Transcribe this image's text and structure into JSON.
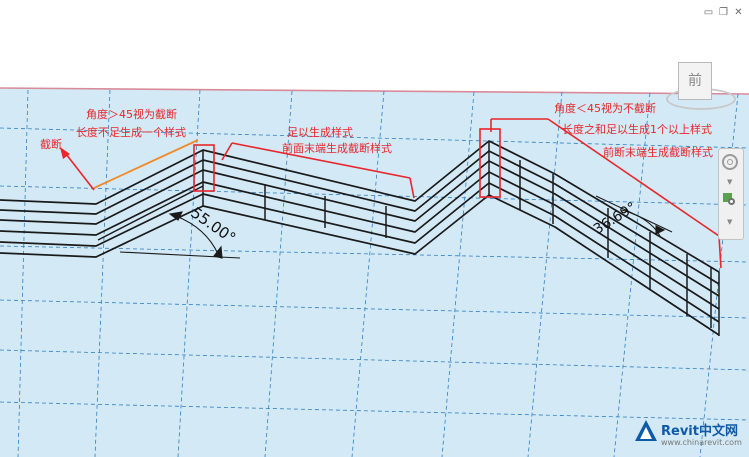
{
  "window": {
    "minimize_glyph": "▭",
    "restore_glyph": "❐",
    "close_glyph": "✕"
  },
  "viewcube": {
    "face_label": "前"
  },
  "annotations": {
    "angle_gt_45": "角度＞45视为截断",
    "length_insufficient": "长度不足生成一个样式",
    "truncate": "截断",
    "sufficient_style": "足以生成样式",
    "front_end_truncated": "前面末端生成截断样式",
    "angle_lt_45": "角度＜45视为不截断",
    "length_sum_sufficient": "长度之和足以生成1个以上样式",
    "front_truncated_end": "前断末端生成截断样式"
  },
  "dimensions": {
    "angle_1": "55.00°",
    "angle_2": "36.69°"
  },
  "watermark": {
    "title": "Revit中文网",
    "url": "www.chinarevit.com"
  },
  "colors": {
    "ground": "#d3e9f6",
    "grid": "#2f7fc1",
    "edge": "#d98b9a",
    "railing": "#1a1a1a",
    "annotation": "#e8262b",
    "highlight": "#f08a2a"
  },
  "icons": [
    "minimize-icon",
    "restore-icon",
    "close-icon",
    "viewcube",
    "navigation-wheel-icon",
    "zoom-icon",
    "chevron-up-icon",
    "chevron-down-icon",
    "revit-logo-icon"
  ]
}
